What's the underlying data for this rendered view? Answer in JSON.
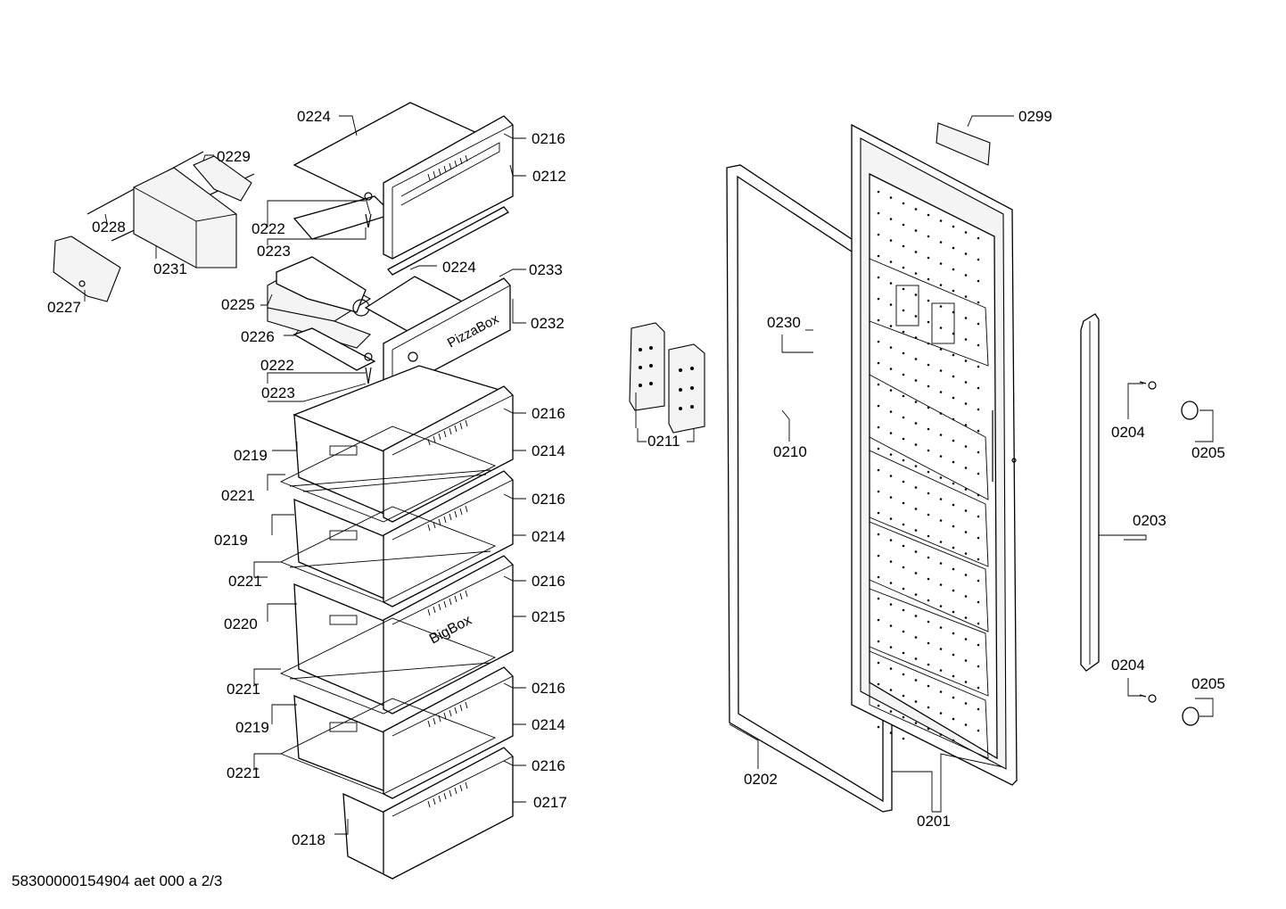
{
  "footer_text": "58300000154904 aet 000 a 2/3",
  "labels": {
    "l0224a": "0224",
    "l0216a": "0216",
    "l0212": "0212",
    "l0229": "0229",
    "l0222a": "0222",
    "l0228": "0228",
    "l0223a": "0223",
    "l0231": "0231",
    "l0224b": "0224",
    "l0233": "0233",
    "l0225": "0225",
    "l0227": "0227",
    "l0232": "0232",
    "l0226": "0226",
    "l0222b": "0222",
    "l0223b": "0223",
    "l0216b": "0216",
    "l0214a": "0214",
    "l0219a": "0219",
    "l0221a": "0221",
    "l0216c": "0216",
    "l0219b": "0219",
    "l0214b": "0214",
    "l0221b": "0221",
    "l0216d": "0216",
    "l0215": "0215",
    "l0220": "0220",
    "l0221c": "0221",
    "l0216e": "0216",
    "l0219c": "0219",
    "l0214c": "0214",
    "l0221d": "0221",
    "l0216f": "0216",
    "l0217": "0217",
    "l0218": "0218",
    "l0299": "0299",
    "l0230": "0230",
    "l0211": "0211",
    "l0210": "0210",
    "l0204a": "0204",
    "l0205a": "0205",
    "l0203": "0203",
    "l0204b": "0204",
    "l0205b": "0205",
    "l0202": "0202",
    "l0201": "0201"
  },
  "drawer_text": {
    "pizza": "PizzaBox",
    "big": "BigBox"
  }
}
